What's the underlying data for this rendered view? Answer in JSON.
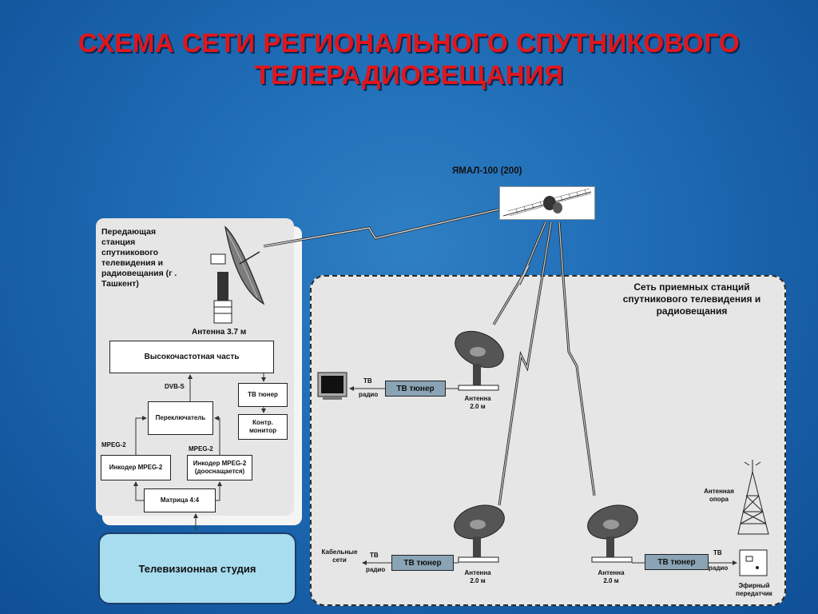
{
  "title": "СХЕМА СЕТИ РЕГИОНАЛЬНОГО СПУТНИКОВОГО ТЕЛЕРАДИОВЕЩАНИЯ",
  "satellite": {
    "label": "ЯМАЛ-100 (200)"
  },
  "transmit_station": {
    "label": "Передающая станция спутникового телевидения и радиовещания (г . Ташкент)",
    "antenna_label": "Антенна 3.7 м",
    "blocks": {
      "hf": "Высокочастотная  часть",
      "switch": "Переключатель",
      "encoder1": "Инкодер MPEG-2",
      "encoder2": "Инкодер MPEG-2 (дооснащается)",
      "matrix": "Матрица 4:4",
      "tuner": "ТВ тюнер",
      "monitor": "Контр. монитор"
    },
    "labels": {
      "dvbs": "DVB-S",
      "mpeg_left": "MPEG-2",
      "mpeg_right": "MPEG-2"
    }
  },
  "studio": {
    "label": "Телевизионная студия"
  },
  "receive_network": {
    "label": "Сеть приемных станций спутникового телевидения и радиовещания",
    "tuner_label": "ТВ тюнер",
    "antenna_label": "Антенна 2.0 м",
    "tv": "ТВ",
    "radio": "радио",
    "cable": "Кабельные сети",
    "tower": "Антенная опора",
    "transmitter": "Эфирный передатчик"
  }
}
